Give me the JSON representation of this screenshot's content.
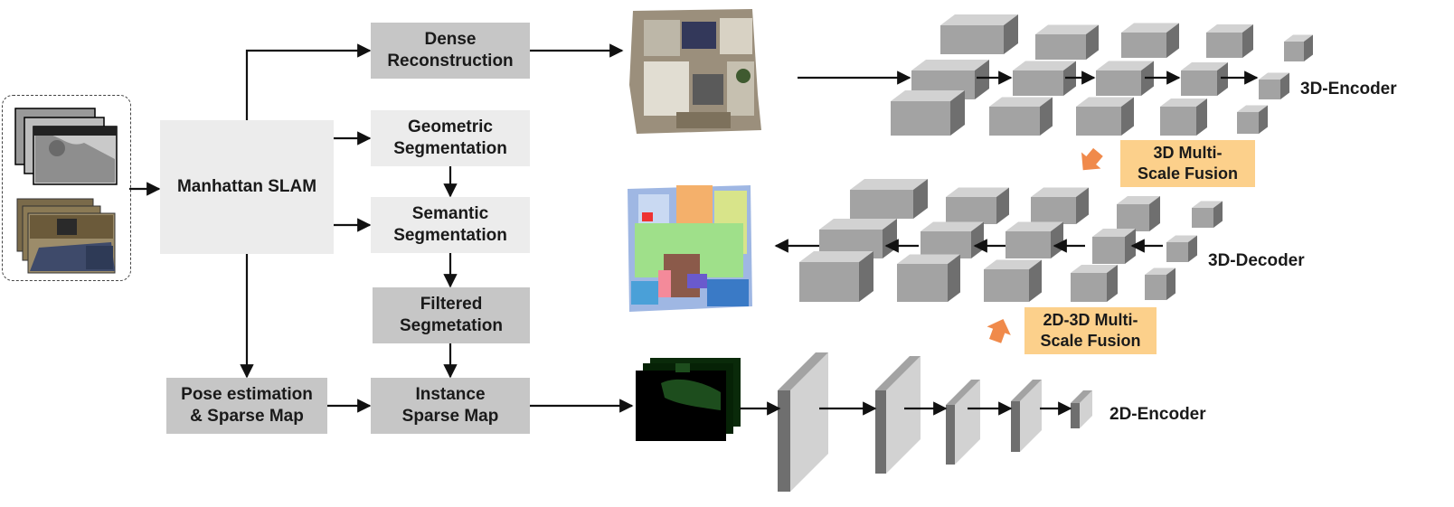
{
  "input": {
    "depth_frames_icon": "depth-image-stack",
    "rgb_frames_icon": "rgb-image-stack"
  },
  "slam": {
    "label": "Manhattan SLAM"
  },
  "pipeline": {
    "dense_reconstruction": "Dense\nReconstruction",
    "geometric_segmentation": "Geometric\nSegmentation",
    "semantic_segmentation": "Semantic\nSegmentation",
    "filtered_segmentation": "Filtered\nSegmetation",
    "pose_estimation": "Pose estimation\n& Sparse Map",
    "instance_sparse_map": "Instance\nSparse Map"
  },
  "network": {
    "encoder_3d": "3D-Encoder",
    "decoder_3d": "3D-Decoder",
    "encoder_2d": "2D-Encoder",
    "fusion_3d": "3D Multi-\nScale Fusion",
    "fusion_2d3d": "2D-3D Multi-\nScale Fusion"
  },
  "images": {
    "reconstruction_icon": "reconstructed-room-pointcloud",
    "semantic_map_icon": "semantic-labeled-room",
    "instance_map_icon": "instance-mask-stack"
  },
  "colors": {
    "dark_box": "#c6c6c6",
    "light_box": "#ececec",
    "fusion_box": "#fcd08b",
    "fusion_arrow": "#f08a4b",
    "block_top": "#d2d2d2",
    "block_front": "#a3a3a3",
    "block_side": "#6f6f6f"
  }
}
